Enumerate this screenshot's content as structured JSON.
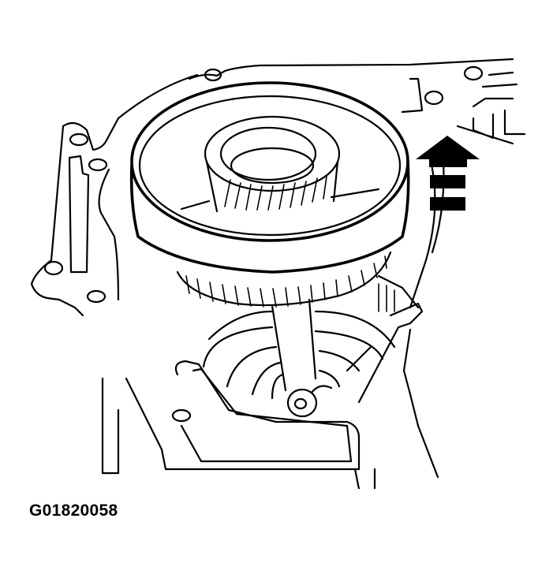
{
  "figure": {
    "code": "G01820058",
    "description": "Transmission case line drawing: drum/clutch assembly being lifted out of case, with upward direction arrow",
    "colors": {
      "line": "#000000",
      "background": "#ffffff"
    },
    "arrow": {
      "direction": "up",
      "icon": "up-arrow-icon"
    }
  }
}
